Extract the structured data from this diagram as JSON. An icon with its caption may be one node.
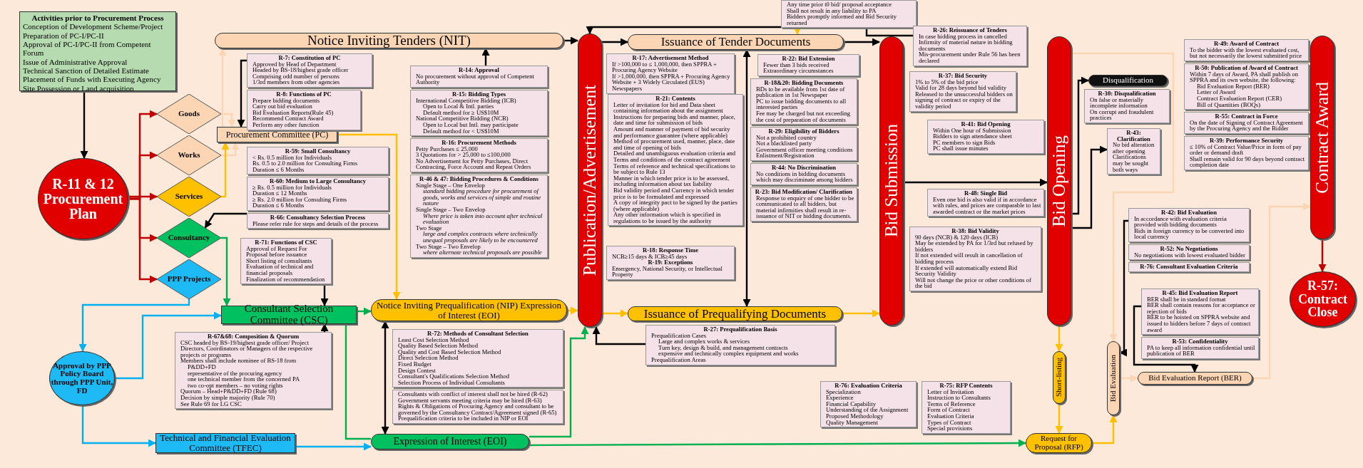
{
  "diagram": {
    "nodes": [
      {
        "text": [
          "Activities prior to Procurement Process",
          "Conception of Development Scheme/Project",
          "Preparation of PC-I/PC-II",
          "Approval of PC-I/PC-II from Competent Forum",
          "Issue of Administrative Approval",
          "Technical Sanction of Detailed Estimate",
          "Placement of Funds with Executing Agency",
          "Site Possession or Land acquisition"
        ]
      },
      {
        "text": [
          "R-11 & 12 Procurement Plan"
        ]
      },
      {
        "text": [
          "Goods"
        ]
      },
      {
        "text": [
          "Works"
        ]
      },
      {
        "text": [
          "Services"
        ]
      },
      {
        "text": [
          "Consultancy"
        ]
      },
      {
        "text": [
          "PPP Projects"
        ]
      },
      {
        "text": [
          "Notice Inviting Tenders (NIT)"
        ]
      },
      {
        "text": [
          "Procurement Committee (PC)"
        ]
      },
      {
        "text": [
          "Consultant Selection Committee (CSC)"
        ]
      },
      {
        "text": [
          "Approval by PPP Policy Board through PPP Unit, FD"
        ]
      },
      {
        "text": [
          "Technical and Financial Evaluation Committee (TFEC)"
        ]
      },
      {
        "text": [
          "Notice Inviting Prequalification (NIP) Expression of Interest (EOI)"
        ]
      },
      {
        "text": [
          "Expression of Interest (EOI)"
        ]
      },
      {
        "text": [
          "Publication/Advertisement"
        ]
      },
      {
        "text": [
          "Issuance of Tender Documents"
        ]
      },
      {
        "text": [
          "Issuance of Prequalifying Documents"
        ]
      },
      {
        "text": [
          "Bid Submission"
        ]
      },
      {
        "text": [
          "Bid Opening"
        ]
      },
      {
        "text": [
          "Disqualification"
        ]
      },
      {
        "text": [
          "Short-listing"
        ]
      },
      {
        "text": [
          "Bid Evaluation"
        ]
      },
      {
        "text": [
          "Request for Proposal (RFP)"
        ]
      },
      {
        "text": [
          "Bid Evaluation Report (BER)"
        ]
      },
      {
        "text": [
          "Contract Award"
        ]
      },
      {
        "text": [
          "R-57: Contract Close"
        ]
      },
      {
        "text": [
          "R-7: Constitution of PC",
          "Approved by Head of Department",
          "Headed by BS-18/highest grade officer",
          "Comprising odd number of persons",
          "1/3rd members from other agencies"
        ]
      },
      {
        "text": [
          "R-8: Functions of PC",
          "Prepare bidding documents",
          "Carry out bid evaluation",
          "Bid Evaluation Reports(Rule 45)",
          "Recommend Contract Award",
          "Perform any other function"
        ]
      },
      {
        "text": [
          "R-59: Small Consultancy",
          "< Rs. 0.5 million for Individuals",
          "Rs. 0.5 to 2.0 million for Consulting Firms",
          "Duration ≤ 6 Months"
        ]
      },
      {
        "text": [
          "R-60: Medium to Large Consultancy",
          "≥ Rs. 0.5 million for Individuals",
          "Duration ≤ 12 Months",
          "≥ Rs. 2.0 million for Consulting Firms",
          "Duration ≤ 6 Months"
        ]
      },
      {
        "text": [
          "R-66: Consultancy Selection Process",
          "Please refer rule for steps and details of the process"
        ]
      },
      {
        "text": [
          "R-71: Functions of CSC",
          "Approval of Request For Proposal before issuance",
          "Short listing of consultants",
          "Evaluation of technical and financial proposals",
          "Finalization of recommendation"
        ]
      },
      {
        "text": [
          "R-67&68: Composition & Quorum",
          "CSC headed by BS-19/highest grade officer/ Project Directors, Coordinators or Managers of the respective projects or programs",
          "Members shall include nominee of BS-18 from",
          "P&DD+FD",
          "representative of the procuring agency",
          "one technical member from the concerned PA",
          "two co-opt members – no voting rights",
          "Quorum – Head+P&DD+FD (Rule 68)",
          "Decision by simple majority (Rule 70)",
          "See Rule 69 for LG CSC"
        ]
      },
      {
        "text": [
          "R-14: Approval",
          "No procurement without approval of Competent Authority"
        ]
      },
      {
        "text": [
          "R-15: Bidding Types",
          "International Competitive Bidding (ICB)",
          "Open to Local & Intl. parties",
          "Default method for ≥ US$10M",
          "National Competitive Bidding (NCB)",
          "Open to Local but Intl. may participate",
          "Default method for < US$10M"
        ]
      },
      {
        "text": [
          "R-16: Procurement Methods",
          "Petty Purchases ≤ 25,000",
          "3 Quotations for > 25,000 to ≤100,000",
          "No Advertisement for Petty Purchases, Direct Contracting, Force Account and Repeat Orders"
        ]
      },
      {
        "text": [
          "R-46 & 47: Bidding Procedures & Conditions",
          "Single Stage – One Envelop",
          "standard bidding procedure for procurement of goods, works and services of simple and routine nature",
          "Single Stage – Two Envelop",
          "Where price is taken into account after technical evaluation",
          "Two Stage",
          "large and complex contracts where technically unequal proposals are likely to be encountered",
          "Two Stage – Two Envelop",
          "where alternate technical proposals are possible"
        ]
      },
      {
        "text": [
          "R-72: Methods of Consultant Selection",
          "Least Cost Selection Method",
          "Quality Based Selection Method",
          "Quality and Cost Based Selection Method",
          "Direct Selection Method",
          "Fixed Budget",
          "Design Contest",
          "Consultant's Qualifications Selection Method",
          "Selection Process of Individual Consultants"
        ]
      },
      {
        "text": [
          "Consultants with conflict of interest shall not be hired (R-62)",
          "Government servants meeting criteria may be hired (R-63)",
          "Rights & Obligations of Procuring Agency and consultant to be governed by the Consultancy Contract/Agreement signed (R-65)",
          "Prequalification criteria to be included in NIP or EOI"
        ]
      },
      {
        "text": [
          "R-17: Advertisement Method",
          "If >100,000 to ≤ 1,000,000, then SPPRA + Procuring Agency Website",
          "If >1,000,000, then SPPRA + Procuring Agency Website + 3 Widely Circulated (EUS) Newspapers"
        ]
      },
      {
        "text": [
          "R-21: Contents",
          "Letter of invitation for bid and Data sheet containing information about the assignment",
          "Instructions for preparing bids and manner, place, date and time for submission of bids",
          "Amount and manner of payment of bid security and performance guarantee (where applicable)",
          "Method of procurement used, manner, place, date and time of opening of bids",
          "Detailed and unambiguous evaluation criteria and Terms and conditions of the contract agreement",
          "Terms of reference and technical specifications to be subject to Rule 13",
          "Manner in which tender price is to be assessed, including information about tax liability",
          "Bid validity period and Currency in which tender price is to be formulated and expressed",
          "A copy of integrity pact to be signed by the parties (where applicable)",
          "Any other information which is specified in regulations to be issued by the authority"
        ]
      },
      {
        "text": [
          "R-18: Response Time",
          "NCB≥15 days & ICB≥45 days",
          "R-19: Exceptions",
          "Emergency, National Security, or Intellectual Property"
        ]
      },
      {
        "text": [
          "R-22: Bid Extension",
          "Fewer than 3 bids received",
          "Extraordinary circumstances"
        ]
      },
      {
        "text": [
          "R-18&20: Bidding Documents",
          "BDs to be available from 1st date of publication in 1st Newspaper",
          "PC to issue bidding documents to all interested parties",
          "Fee may be charged but not exceeding the cost of preparation of documents"
        ]
      },
      {
        "text": [
          "R-29: Eligibility of Bidders",
          "Not a prohibited country",
          "Not a blacklisted party",
          "Government officer meeting conditions",
          "Enlistment/Registration"
        ]
      },
      {
        "text": [
          "R-44: No Discrimination",
          "No conditions in bidding documents which may discriminate among bidders"
        ]
      },
      {
        "text": [
          "R-23: Bid Modification/ Clarification",
          "Response to enquiry of one bidder to be communicated to all bidders, but material infirmities shall result in re-issuance of NIT or bidding documents."
        ]
      },
      {
        "text": [
          "R-27: Prequalification Basis",
          "Prequalification Cases",
          "Large and complex works & services",
          "Turn key, design & build, and management contracts",
          "expensive and technically complex equipment and works",
          "Prequalification Areas"
        ]
      },
      {
        "text": [
          "Any time prior t0 bid/ proposal acceptance",
          "Shall not result in any liability to PA",
          "Bidders promptly informed and Bid Security returned"
        ]
      },
      {
        "text": [
          "R-26: Reissuance of Tenders",
          "In case bidding process in cancelled",
          "Infirmity of material nature in bidding documents",
          "Mis-procurement under Rule 56 has been declared"
        ]
      },
      {
        "text": [
          "R-37: Bid Security",
          "1% to 5% of the bid price",
          "Valid for 28 days beyond bid validity",
          "Released to the unsuccessful bidders on signing of contract or expiry of the validity period"
        ]
      },
      {
        "text": [
          "R-41: Bid Opening",
          "Within One hour of Submission",
          "Bidders to sign attendance sheet",
          "PC members to sign Bids",
          "PC shall issue minutes"
        ]
      },
      {
        "text": [
          "R-48: Single Bid",
          "Even one bid is also valid if in accordance with rules, and prices are comparable to last awarded contract or the market prices"
        ]
      },
      {
        "text": [
          "R-38: Bid Validity",
          "90 days (NCB) & 120 days (ICB)",
          "May be extended by PA for 1/3rd but refused by bidders",
          "If not extended will result in cancellation of bidding process",
          "If extended will automatically extend Bid Security Validity",
          "Will not change the price or other conditions of the bid"
        ]
      },
      {
        "text": [
          "R-30: Disqualification",
          "On false or materially incomplete information",
          "On corrupt and fraudulent practices"
        ]
      },
      {
        "text": [
          "R-43: Clarification",
          "No bid alteration after opening",
          "Clarifications may be sought both ways"
        ]
      },
      {
        "text": [
          "R-49: Award of Contract",
          "To the bidder with the lowest evaluated cost, but not necessarily the lowest submitted price"
        ]
      },
      {
        "text": [
          "R-50: Publication of Award of Contract",
          "Within 7 days of Award, PA shall publish on SPPRA and its own website, the following:",
          "Bid Evaluation Report (BER)",
          "Letter of Award",
          "Contract Evaluation Report (CER)",
          "Bill of Quantities (BOQs)"
        ]
      },
      {
        "text": [
          "R-55: Contract in Force",
          "On the date of Signing of Contract Agreement by the Procuring Agency and the Bidder"
        ]
      },
      {
        "text": [
          "R-39: Performance Security",
          "≤ 10% of Contract Value/Price in form of pay order or demand draft",
          "Shall remain valid for 90 days beyond contract completion date"
        ]
      },
      {
        "text": [
          "R-42: Bid Evaluation",
          "In accordance with evaluation criteria provided with bidding documents",
          "Bids in foreign currency to be converted into local currency"
        ]
      },
      {
        "text": [
          "R-52: No Negotiations",
          "No negotiations with lowest evaluated bidder"
        ]
      },
      {
        "text": [
          "R-76: Consultant Evaluation Criteria"
        ]
      },
      {
        "text": [
          "R-45: Bid Evaluation Report",
          "BER shall be in standard format",
          "BER shall contain reasons for acceptance or rejection of bids",
          "BER to be hoisted on SPPRA website and issued to bidders before 7 days of contract award"
        ]
      },
      {
        "text": [
          "R-53: Confidentiality",
          "PA to keep all information confidential until publication of BER"
        ]
      },
      {
        "text": [
          "R-76: Evaluation Criteria",
          "Specialization",
          "Experience",
          "Financial Capability",
          "Understanding of the Assignment",
          "Proposed Methodology",
          "Quality Management"
        ]
      },
      {
        "text": [
          "R-75: RFP Contents",
          "Letter of Invitation",
          "Instruction to Consultants",
          "Terms of Reference",
          "Form of Contract",
          "Evaluation Criteria",
          "Types of Contract",
          "Special provisions"
        ]
      }
    ],
    "edges": [
      {
        "from": 0,
        "to": 1,
        "arrow": "to"
      },
      {
        "from": 1,
        "to": 2,
        "arrow": "to",
        "color": "#c00000"
      },
      {
        "from": 1,
        "to": 3,
        "arrow": "to",
        "color": "#c00000"
      },
      {
        "from": 1,
        "to": 4,
        "arrow": "to",
        "color": "#c00000"
      },
      {
        "from": 1,
        "to": 5,
        "arrow": "to",
        "color": "#c00000"
      },
      {
        "from": 1,
        "to": 6,
        "arrow": "to",
        "color": "#c00000"
      },
      {
        "from": 2,
        "to": 8,
        "arrow": "to",
        "color": "#fcd5b4"
      },
      {
        "from": 3,
        "to": 8,
        "arrow": "to",
        "color": "#fcd5b4"
      },
      {
        "from": 4,
        "to": 8,
        "arrow": "to",
        "color": "#ffc000"
      },
      {
        "from": 8,
        "to": 7,
        "arrow": "to",
        "color": "#fcd5b4"
      },
      {
        "from": 8,
        "to": 12,
        "arrow": "to",
        "color": "#ffc000"
      },
      {
        "from": 26,
        "to": 8,
        "arrow": "to"
      },
      {
        "from": 30,
        "to": 5,
        "arrow": "to"
      },
      {
        "from": 5,
        "to": 9,
        "arrow": "to",
        "color": "#00b050"
      },
      {
        "from": 6,
        "to": 10,
        "arrow": "to",
        "color": "#00b0f0"
      },
      {
        "from": 10,
        "to": 9,
        "arrow": "to",
        "color": "#00b0f0"
      },
      {
        "from": 10,
        "to": 11,
        "arrow": "to",
        "color": "#00b0f0"
      },
      {
        "from": 31,
        "to": 9,
        "arrow": "to"
      },
      {
        "from": 32,
        "to": 9,
        "arrow": "to"
      },
      {
        "from": 9,
        "to": 12,
        "arrow": "to",
        "color": "#00b050"
      },
      {
        "from": 9,
        "to": 13,
        "arrow": "none",
        "color": "#00b050"
      },
      {
        "from": 11,
        "to": 13,
        "arrow": "to",
        "color": "#00b0f0"
      },
      {
        "from": 12,
        "to": 13,
        "arrow": "both"
      },
      {
        "from": 33,
        "to": 7,
        "arrow": "to"
      },
      {
        "from": 7,
        "to": 14,
        "arrow": "to"
      },
      {
        "from": 12,
        "to": 14,
        "arrow": "to",
        "color": "#ffc000"
      },
      {
        "from": 13,
        "to": 22,
        "arrow": "to",
        "color": "#00b050"
      },
      {
        "from": 13,
        "to": 14,
        "arrow": "to",
        "color": "#00b050"
      },
      {
        "from": 14,
        "to": 15,
        "arrow": "to"
      },
      {
        "from": 14,
        "to": 16,
        "arrow": "to",
        "color": "#ffc000"
      },
      {
        "from": 15,
        "to": 16,
        "arrow": "both"
      },
      {
        "from": 15,
        "to": 17,
        "arrow": "to"
      },
      {
        "from": 16,
        "to": 17,
        "arrow": "to",
        "color": "#ffc000"
      },
      {
        "from": 47,
        "to": 14,
        "arrow": "to"
      },
      {
        "from": 49,
        "to": 14,
        "arrow": "to"
      },
      {
        "from": 48,
        "to": 15,
        "arrow": "to",
        "color": "#ffc000"
      },
      {
        "from": 17,
        "to": 18,
        "arrow": "to"
      },
      {
        "from": 18,
        "to": 19,
        "arrow": "to"
      },
      {
        "from": 18,
        "to": 55,
        "arrow": "to"
      },
      {
        "from": 18,
        "to": 20,
        "arrow": "to",
        "color": "#ffc000"
      },
      {
        "from": 18,
        "to": 21,
        "arrow": "to",
        "color": "#fcd5b4"
      },
      {
        "from": 20,
        "to": 22,
        "arrow": "to",
        "color": "#ffc000"
      },
      {
        "from": 22,
        "to": 21,
        "arrow": "to",
        "color": "#ffc000"
      },
      {
        "from": 60,
        "to": 21,
        "arrow": "to"
      },
      {
        "from": 21,
        "to": 23,
        "arrow": "to",
        "color": "#fcd5b4"
      },
      {
        "from": 63,
        "to": 23,
        "arrow": "to"
      },
      {
        "from": 23,
        "to": 24,
        "arrow": "to",
        "color": "#fcd5b4"
      },
      {
        "from": 24,
        "to": 25,
        "arrow": "to",
        "color": "#c00000"
      }
    ]
  }
}
